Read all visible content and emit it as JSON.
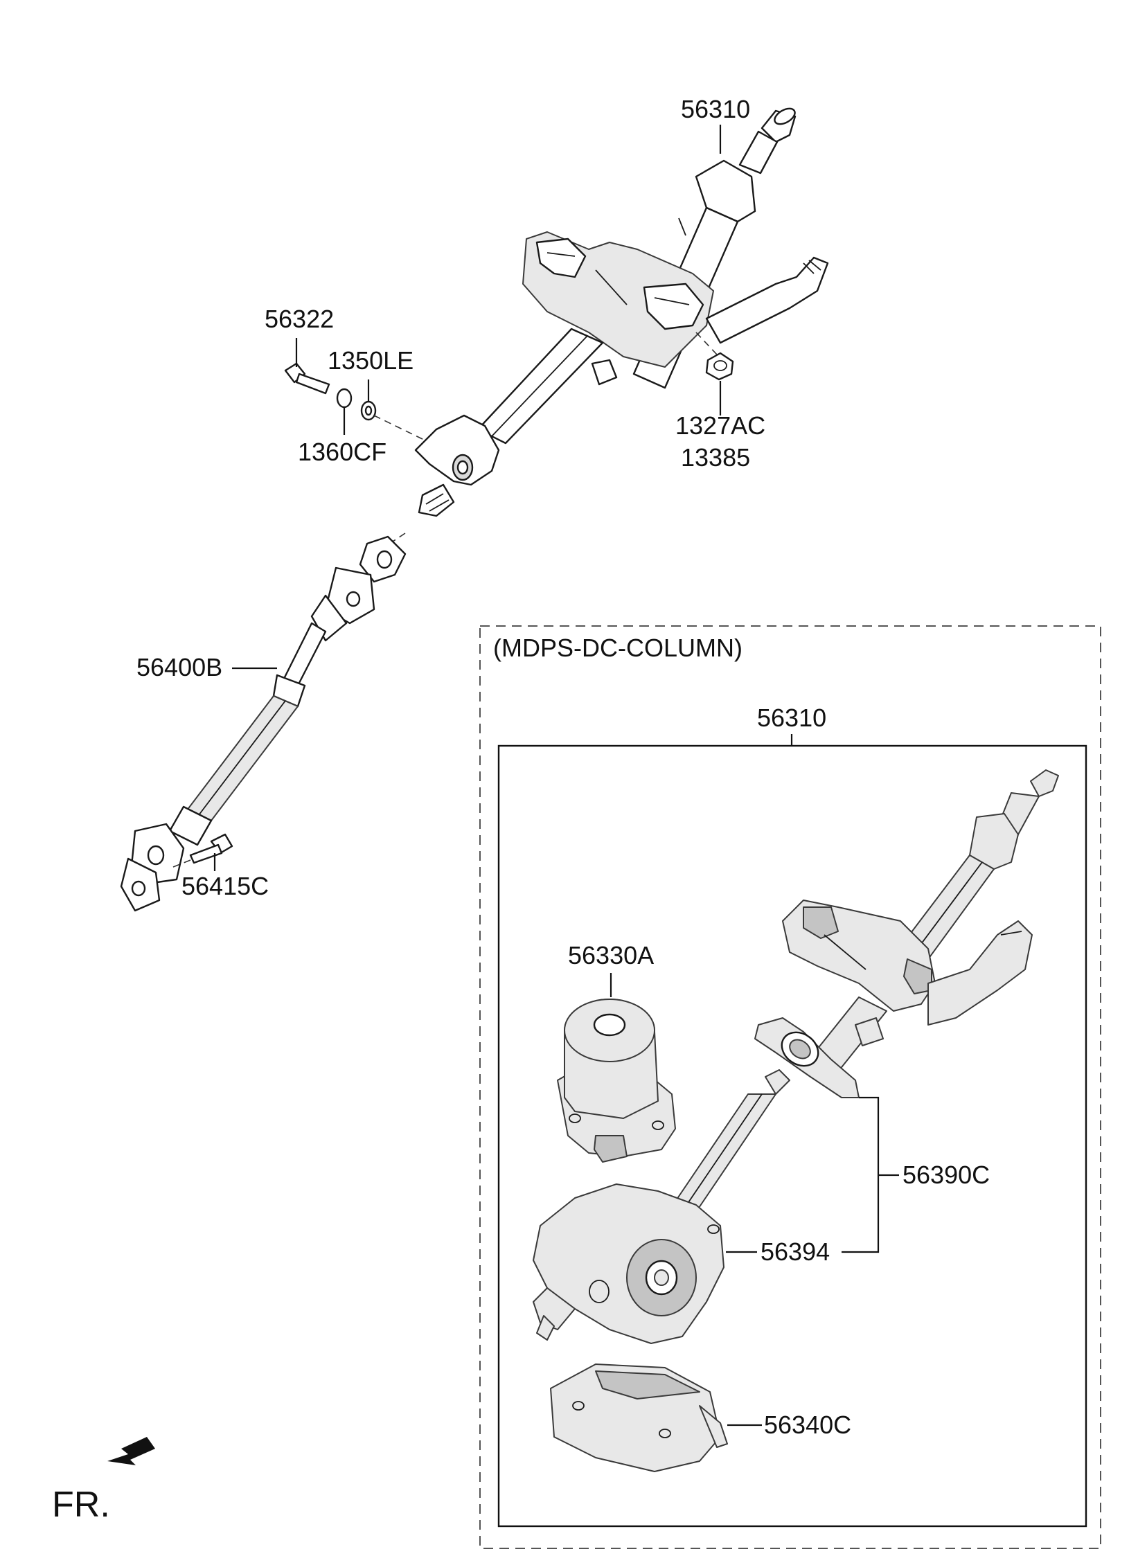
{
  "labels": {
    "upper_column": "56310",
    "bolt": "56322",
    "washer_1350": "1350LE",
    "washer_1360": "1360CF",
    "nut_1327": "1327AC",
    "nut_13385": "13385",
    "shaft": "56400B",
    "shaft_bolt": "56415C",
    "group_title": "(MDPS-DC-COLUMN)",
    "group_column": "56310",
    "motor": "56330A",
    "bracket": "56390C",
    "reducer": "56394",
    "ecu": "56340C"
  },
  "front_indicator": "FR."
}
